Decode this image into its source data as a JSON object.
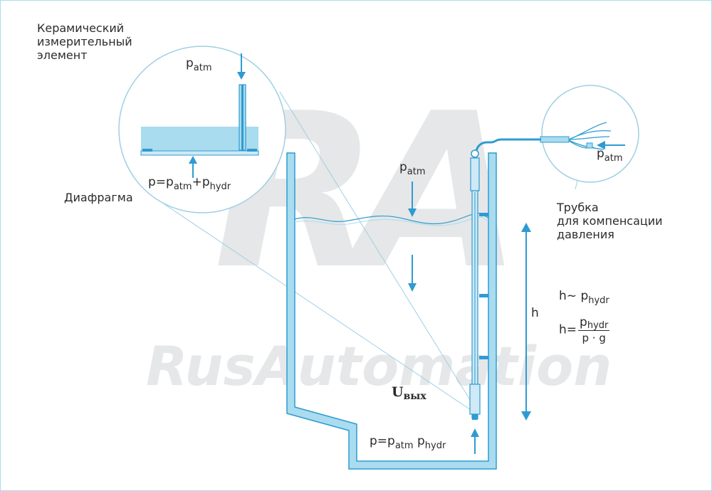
{
  "watermark": {
    "logo_text": "RA",
    "brand_text": "RusAutomation"
  },
  "labels": {
    "ceramic_element": [
      "Керамический",
      "измерительный",
      "элемент"
    ],
    "diaphragm": "Диафрагма",
    "tube": [
      "Трубка",
      "для компенсации",
      "давления"
    ],
    "h_axis": "h"
  },
  "symbols": {
    "p": "p",
    "eq": "=",
    "plus": "+",
    "atm": "atm",
    "hydr": "hydr",
    "tilde": "~",
    "h": "h",
    "density_g": "p · g",
    "u": "U",
    "u_sub": "вых"
  },
  "colors": {
    "accent_blue": "#2e9bd2",
    "light_blue": "#a9dcef",
    "pale_blue": "#cfe9f5",
    "guide_line": "#9fcfe3",
    "text": "#2b2b2b",
    "watermark": "#e6e7e8"
  }
}
